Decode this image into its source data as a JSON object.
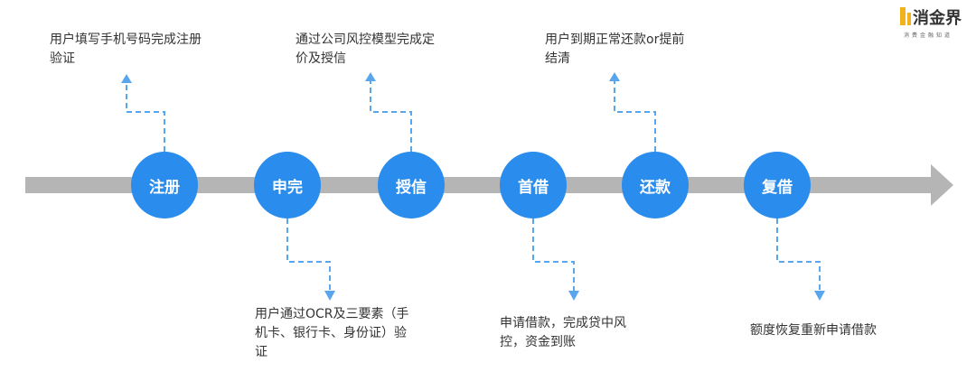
{
  "logo": {
    "name": "消金界",
    "subtitle": "消费金融知道"
  },
  "colors": {
    "node": "#2a8cec",
    "bar": "#b5b5b5",
    "connector": "#5aa6ec"
  },
  "stages": [
    {
      "label": "注册",
      "note": "用户填写手机号码完成注册验证",
      "note_position": "top"
    },
    {
      "label": "申完",
      "note": "用户通过OCR及三要素（手机卡、银行卡、身份证）验证",
      "note_position": "bottom"
    },
    {
      "label": "授信",
      "note": "通过公司风控模型完成定价及授信",
      "note_position": "top"
    },
    {
      "label": "首借",
      "note": "申请借款，完成贷中风控，资金到账",
      "note_position": "bottom"
    },
    {
      "label": "还款",
      "note": "用户到期正常还款or提前结清",
      "note_position": "top"
    },
    {
      "label": "复借",
      "note": "额度恢复重新申请借款",
      "note_position": "bottom"
    }
  ]
}
